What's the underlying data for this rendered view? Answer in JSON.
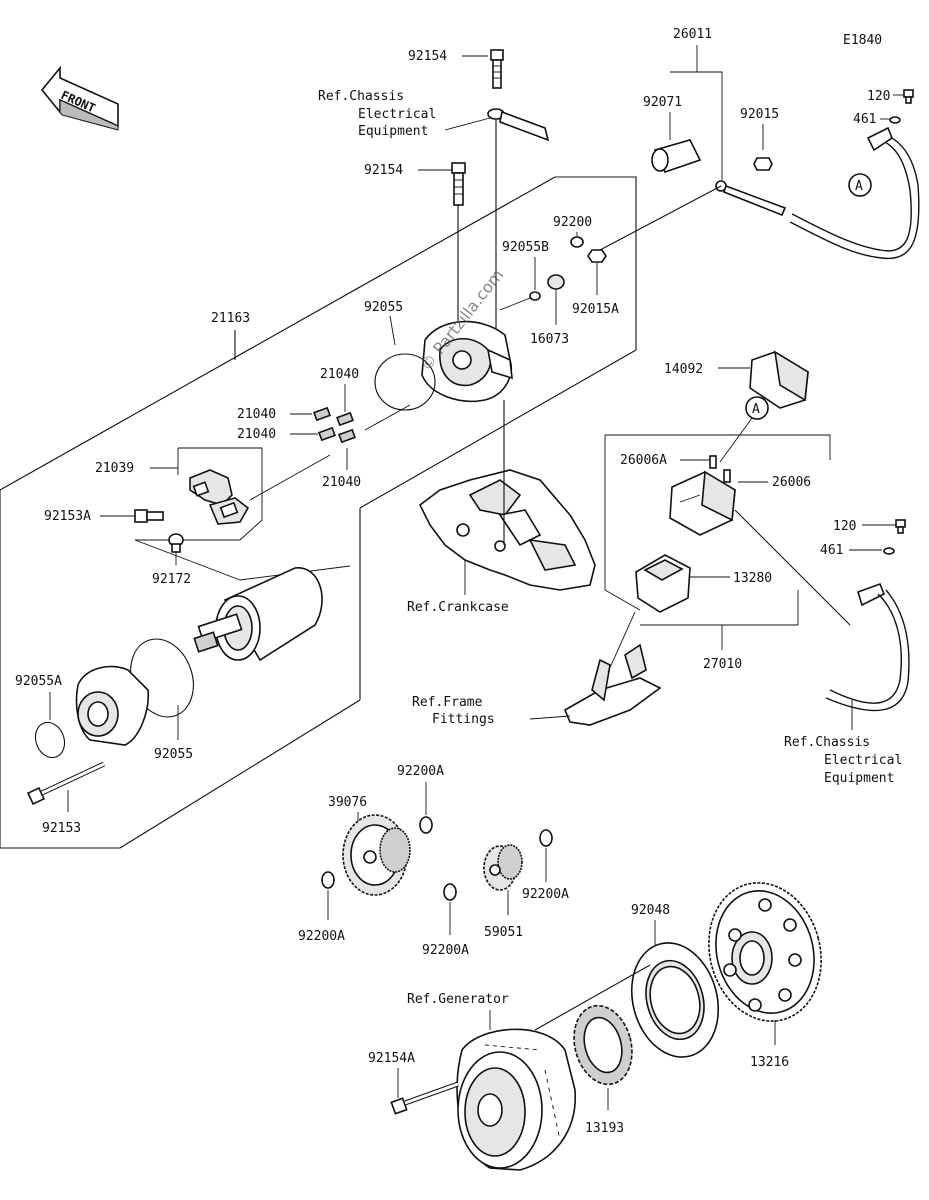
{
  "diagram_code": "E1840",
  "front_label": "FRONT",
  "watermark": "© Partzilla.com",
  "callouts": {
    "p92154_top": "92154",
    "p26011": "26011",
    "p92071": "92071",
    "p92015": "92015",
    "p120_top": "120",
    "p461_top": "461",
    "circle_a_top": "A",
    "p92154_mid": "92154",
    "p92200": "92200",
    "p92055b": "92055B",
    "p92015a": "92015A",
    "p16073": "16073",
    "p21163": "21163",
    "p92055_top": "92055",
    "p21040_a": "21040",
    "p21040_b": "21040",
    "p21040_c": "21040",
    "p21040_d": "21040",
    "p21039": "21039",
    "p92153a": "92153A",
    "p92172": "92172",
    "p14092": "14092",
    "circle_a_mid": "A",
    "p26006a": "26006A",
    "p26006": "26006",
    "p120_mid": "120",
    "p461_mid": "461",
    "p13280": "13280",
    "p27010": "27010",
    "p92055a": "92055A",
    "p92055_low": "92055",
    "p92153": "92153",
    "p39076": "39076",
    "p92200a_1": "92200A",
    "p92200a_2": "92200A",
    "p92200a_3": "92200A",
    "p92200a_4": "92200A",
    "p59051": "59051",
    "p92048": "92048",
    "p92154a": "92154A",
    "p13193": "13193",
    "p13216": "13216"
  },
  "references": {
    "chassis_top": [
      "Ref.Chassis",
      "Electrical",
      "Equipment"
    ],
    "crankcase": "Ref.Crankcase",
    "frame_fittings": [
      "Ref.Frame",
      "Fittings"
    ],
    "chassis_right": [
      "Ref.Chassis",
      "Electrical",
      "Equipment"
    ],
    "generator": "Ref.Generator"
  }
}
